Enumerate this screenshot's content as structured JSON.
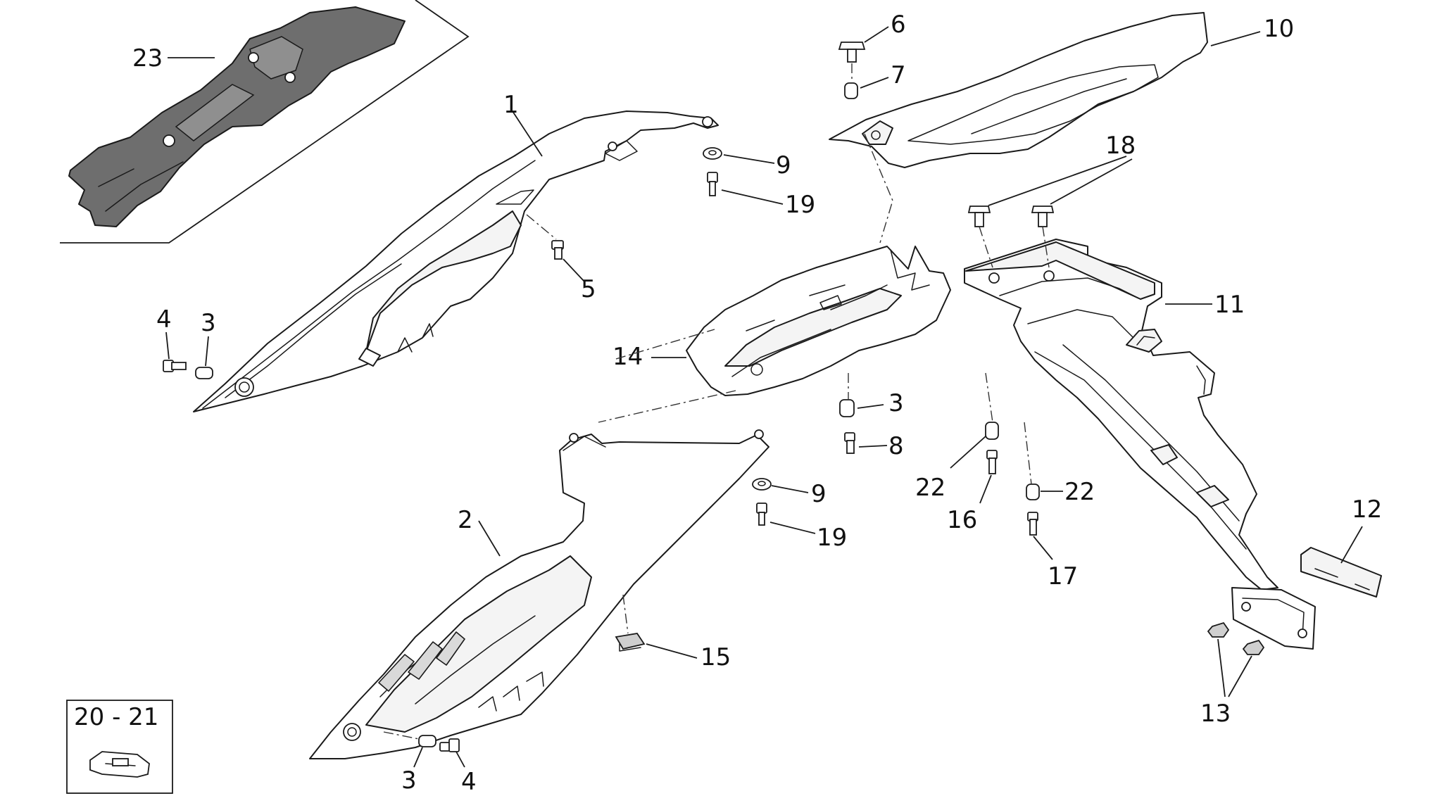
{
  "callouts": {
    "c1": "1",
    "c2": "2",
    "c3a": "3",
    "c3b": "3",
    "c3c": "3",
    "c4a": "4",
    "c4b": "4",
    "c5": "5",
    "c6": "6",
    "c7": "7",
    "c8": "8",
    "c9a": "9",
    "c9b": "9",
    "c10": "10",
    "c11": "11",
    "c12": "12",
    "c13": "13",
    "c14": "14",
    "c15": "15",
    "c16": "16",
    "c17": "17",
    "c18": "18",
    "c19a": "19",
    "c19b": "19",
    "c22a": "22",
    "c22b": "22",
    "c23": "23",
    "inset": "20 - 21"
  }
}
